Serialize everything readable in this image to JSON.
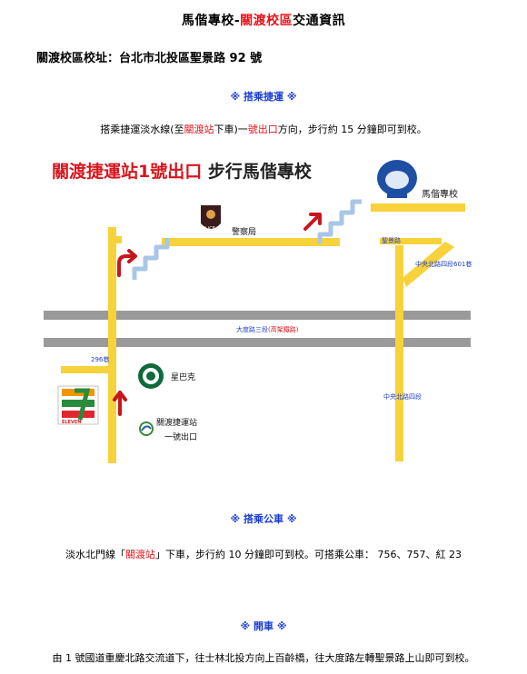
{
  "page": {
    "title_part1": "馬偕專校-",
    "title_part2": "關渡校區",
    "title_part3": "交通資訊",
    "address": "關渡校區校址：台北市北投區聖景路 92 號"
  },
  "mrt": {
    "heading": "※ 搭乘捷運 ※",
    "text_part1": "搭乘捷運淡水線(至",
    "text_part2": "關渡站",
    "text_part3": "下車)一",
    "text_part4": "號出口",
    "text_part5": "方向，步行約 15 分鐘即可到校。"
  },
  "map": {
    "heading_part1": "關渡捷運站1號出口",
    "heading_part2": " 步行馬偕專校",
    "labels": {
      "police": "警察局",
      "school": "馬偕專校",
      "starbucks": "星巴克",
      "station_line1": "關渡捷運站",
      "station_line2": "一號出口",
      "road_main": "大度路三段",
      "road_main_sub": "(高架鐵路)",
      "road_shengjing": "聖景路",
      "road_zhongyang601": "中央北路四段601巷",
      "road_zhongyang": "中央北路四段",
      "lane296": "296巷",
      "police_badge": "POLICE",
      "seven_text": "ELEVEN"
    },
    "colors": {
      "road_yellow": "#f7d23a",
      "road_gray": "#9a9a9a",
      "arrow_red": "#c7161e",
      "stair_blue": "#a9c6e6",
      "label_blue": "#2340c8"
    }
  },
  "bus": {
    "heading": "※ 搭乘公車 ※",
    "text_part1": "淡水北門線「",
    "text_part2": "關渡站",
    "text_part3": "」下車，步行約 10 分鐘即可到校。可搭乘公車： 756、757、紅 23"
  },
  "car": {
    "heading": "※ 開車 ※",
    "text": "由 1 號國道重慶北路交流道下，往士林北投方向上百齡橋，往大度路左轉聖景路上山即可到校。"
  }
}
